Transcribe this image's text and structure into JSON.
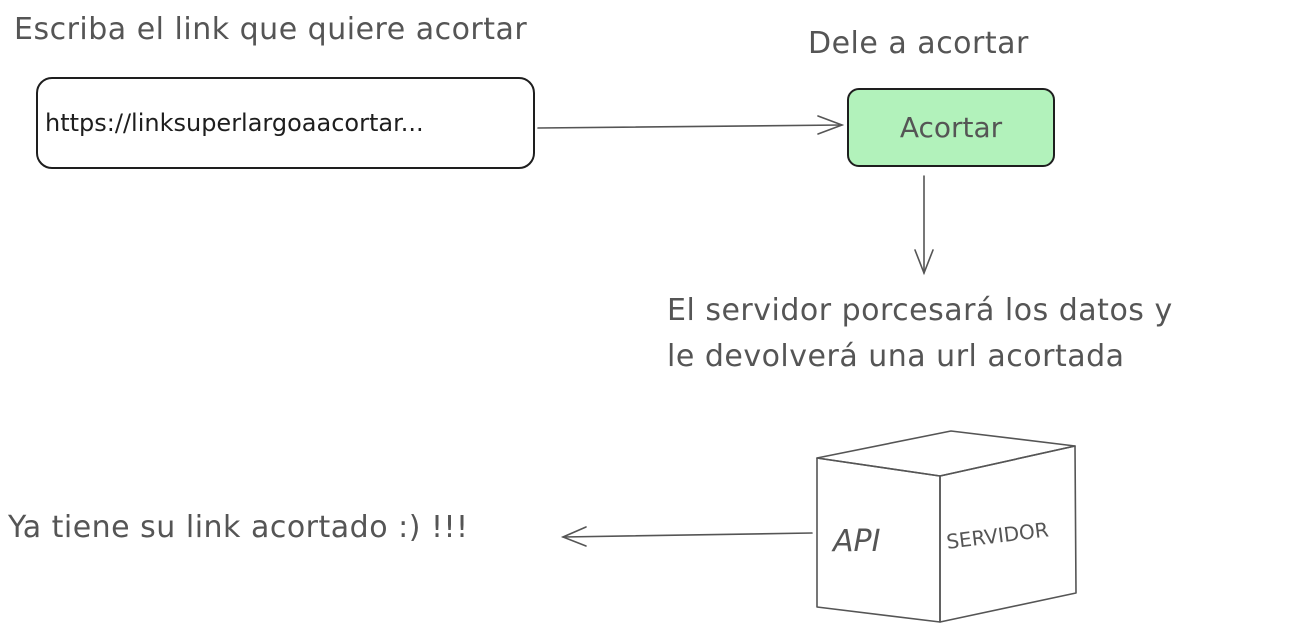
{
  "instructions": {
    "input_prompt": "Escriba el link que quiere acortar",
    "button_prompt": "Dele a acortar"
  },
  "url_input": {
    "value": "https://linksuperlargoaacortar..."
  },
  "shorten_button": {
    "label": "Acortar",
    "color": "#b2f2bb"
  },
  "server_note": {
    "line1": "El servidor porcesará los datos y",
    "line2": "le devolverá una url acortada"
  },
  "server": {
    "front_label": "API",
    "side_label": "SERVIDOR"
  },
  "result": {
    "text": "Ya tiene su link acortado :) !!!"
  },
  "colors": {
    "stroke": "#1e1e1e",
    "text": "#555555",
    "button_fill": "#b2f2bb"
  }
}
